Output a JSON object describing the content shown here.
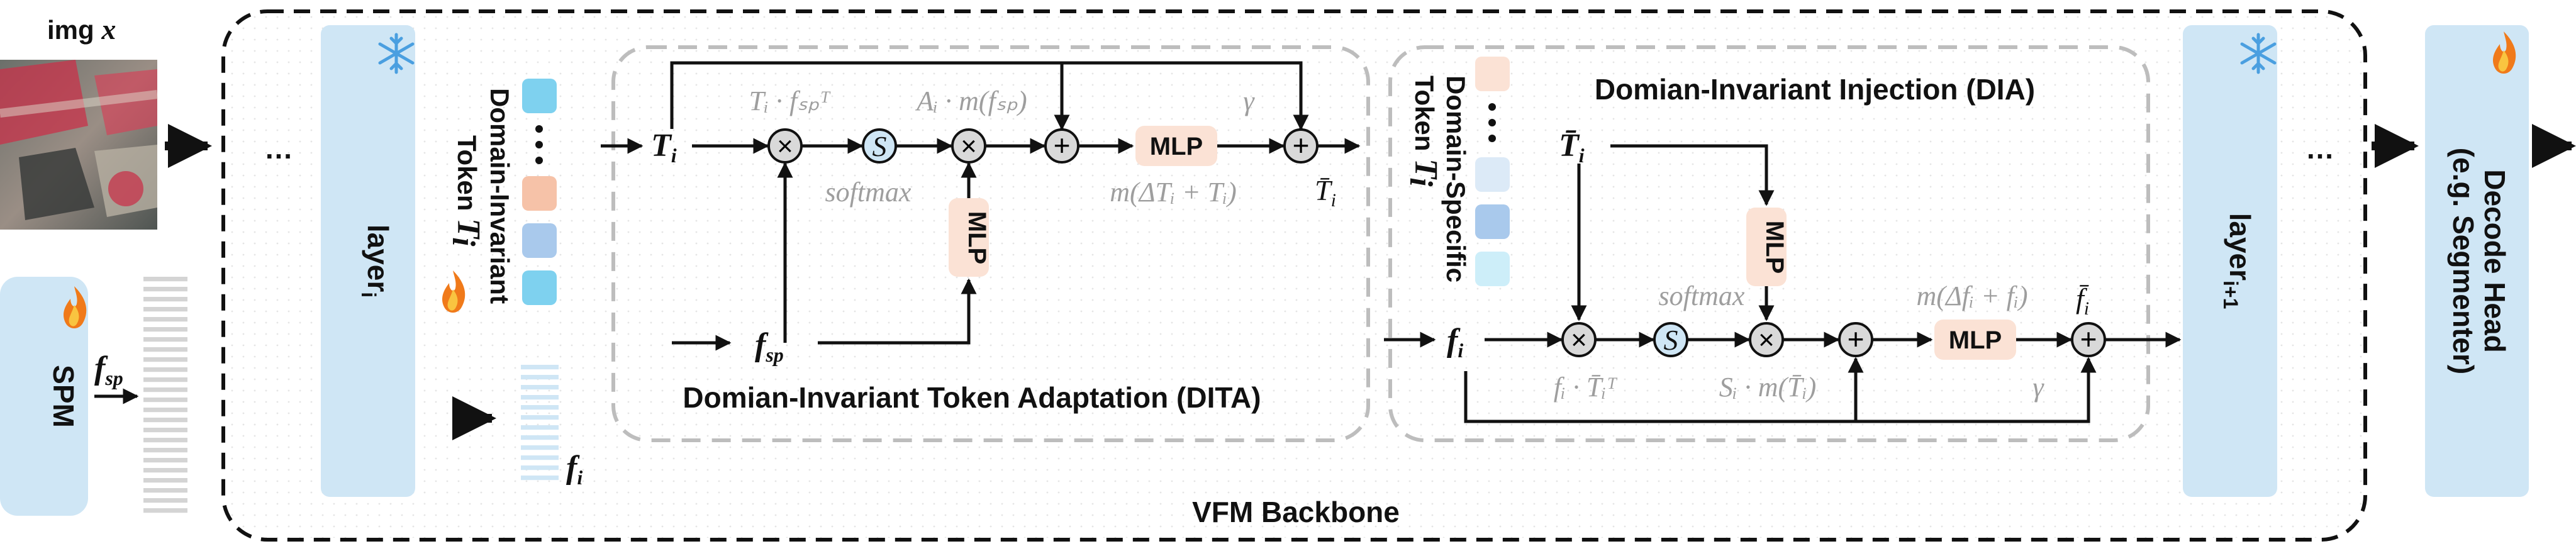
{
  "input": {
    "label": "img",
    "var": "x"
  },
  "spm": {
    "label": "SPM",
    "feature": "f",
    "feature_sub": "sp"
  },
  "backbone": {
    "label": "VFM Backbone",
    "layer_i": "layer",
    "layer_i_sub": "i",
    "layer_i1": "layer",
    "layer_i1_sub": "i+1",
    "ellipsis": "…"
  },
  "tokens": {
    "invariant_label_line1": "Domain-Invariant",
    "invariant_label_line2": "Token",
    "invariant_var": "T",
    "invariant_sub": "i",
    "specific_label_line1": "Domain-Specific",
    "specific_label_line2": "Token",
    "specific_var": "T",
    "specific_sub": "i",
    "feature_var": "f",
    "feature_sub": "i"
  },
  "dita": {
    "title": "Domian-Invariant Token Adaptation (DITA)",
    "T_in": "T",
    "T_in_sub": "i",
    "f_sp": "f",
    "f_sp_sub": "sp",
    "eq_dot": "Tᵢ · fₛₚᵀ",
    "eq_mul": "Aᵢ · m(fₛₚ)",
    "softmax": "softmax",
    "gamma": "γ",
    "residual": "m(ΔTᵢ + Tᵢ)",
    "mlp": "MLP",
    "s_symbol": "S",
    "out": "T̄",
    "out_sub": "i"
  },
  "dia": {
    "title": "Domian-Invariant Injection (DIA)",
    "T_in": "T̄",
    "T_in_sub": "i",
    "f_in": "f",
    "f_in_sub": "i",
    "softmax": "softmax",
    "eq_dot": "fᵢ · T̄ᵢᵀ",
    "eq_mul": "Sᵢ · m(T̄ᵢ)",
    "residual": "m(Δfᵢ + fᵢ)",
    "gamma": "γ",
    "mlp": "MLP",
    "s_symbol": "S",
    "out": "f̄",
    "out_sub": "i"
  },
  "head": {
    "line1": "Decode Head",
    "line2": "(e.g. Segmenter)"
  },
  "colors": {
    "layer_fill": "#cfe6f5",
    "mlp_fill": "#fbe2d5",
    "token_cyan": "#7ed1ef",
    "token_salmon": "#f6c2a8",
    "token_blue": "#a9c9ec",
    "token_pale": "#dceaf7",
    "token_pale_cyan": "#cdeef9"
  },
  "icons": {
    "frozen": "snowflake-icon",
    "trainable": "fire-icon"
  }
}
